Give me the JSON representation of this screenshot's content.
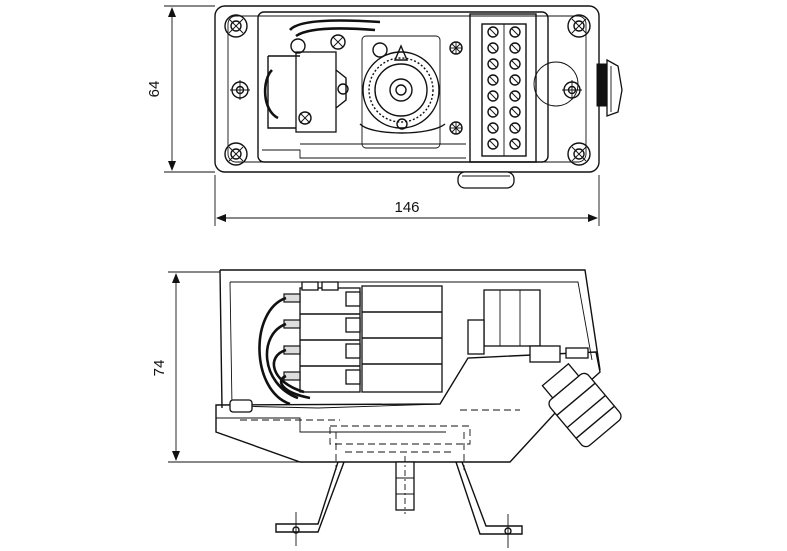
{
  "dimensions": {
    "top_height": "64",
    "top_width": "146",
    "side_height": "74"
  }
}
